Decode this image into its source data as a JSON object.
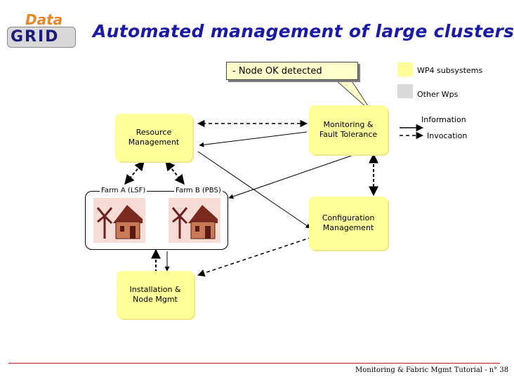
{
  "header": {
    "title": "Automated management of large clusters",
    "logo_top": "Data",
    "logo_bottom": "GRID"
  },
  "callout": {
    "text": "- Node OK detected"
  },
  "legend": {
    "wp4": "WP4 subsystems",
    "other": "Other Wps",
    "information": "Information",
    "invocation": "Invocation",
    "wp4_color": "#ffff99",
    "other_color": "#d9d9d9"
  },
  "nodes": {
    "resource_management": "Resource Management",
    "monitoring": "Monitoring & Fault Tolerance",
    "configuration": "Configuration Management",
    "installation": "Installation & Node Mgmt"
  },
  "farms": {
    "a": "Farm A (LSF)",
    "b": "Farm B (PBS)"
  },
  "footer": {
    "text": "Monitoring & Fabric Mgmt Tutorial - n° 38"
  }
}
